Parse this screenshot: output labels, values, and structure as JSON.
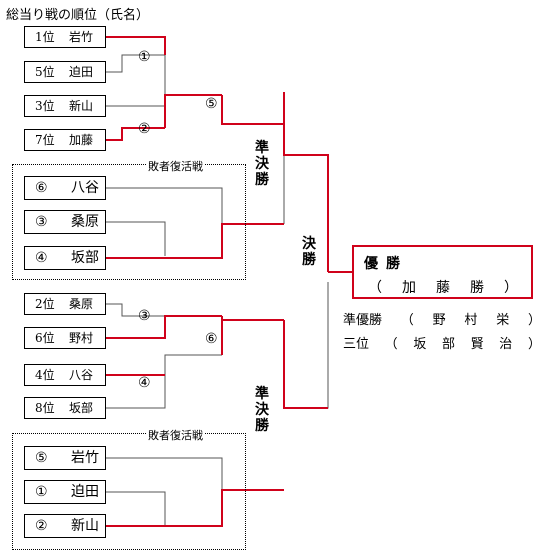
{
  "title": "総当り戦の順位（氏名）",
  "colors": {
    "winner_line": "#d0021b",
    "line": "#555555"
  },
  "top_bracket": {
    "entries": [
      {
        "rank": "1位",
        "name": "岩竹"
      },
      {
        "rank": "5位",
        "name": "迫田"
      },
      {
        "rank": "3位",
        "name": "新山"
      },
      {
        "rank": "7位",
        "name": "加藤"
      }
    ],
    "match_numbers": {
      "m1": "①",
      "m2": "②",
      "m5": "⑤"
    },
    "repechage_label": "敗者復活戦",
    "repechage": [
      {
        "seed": "⑥",
        "name": "八谷"
      },
      {
        "seed": "③",
        "name": "桑原"
      },
      {
        "seed": "④",
        "name": "坂部"
      }
    ],
    "semifinal_label": [
      "準",
      "決",
      "勝"
    ]
  },
  "bottom_bracket": {
    "entries": [
      {
        "rank": "2位",
        "name": "桑原"
      },
      {
        "rank": "6位",
        "name": "野村"
      },
      {
        "rank": "4位",
        "name": "八谷"
      },
      {
        "rank": "8位",
        "name": "坂部"
      }
    ],
    "match_numbers": {
      "m3": "③",
      "m4": "④",
      "m6": "⑥"
    },
    "repechage_label": "敗者復活戦",
    "repechage": [
      {
        "seed": "⑤",
        "name": "岩竹"
      },
      {
        "seed": "①",
        "name": "迫田"
      },
      {
        "seed": "②",
        "name": "新山"
      }
    ],
    "semifinal_label": [
      "準",
      "決",
      "勝"
    ]
  },
  "final_label": [
    "決",
    "勝"
  ],
  "winner": {
    "title": "優勝",
    "name_chars": [
      "（",
      "加",
      "藤",
      "勝",
      "）"
    ]
  },
  "results": [
    {
      "label": "準優勝",
      "chars": [
        "（",
        "野",
        "村",
        "栄",
        "）"
      ]
    },
    {
      "label": "三位",
      "chars": [
        "（",
        "坂",
        "部",
        "賢",
        "治",
        "）"
      ]
    }
  ]
}
